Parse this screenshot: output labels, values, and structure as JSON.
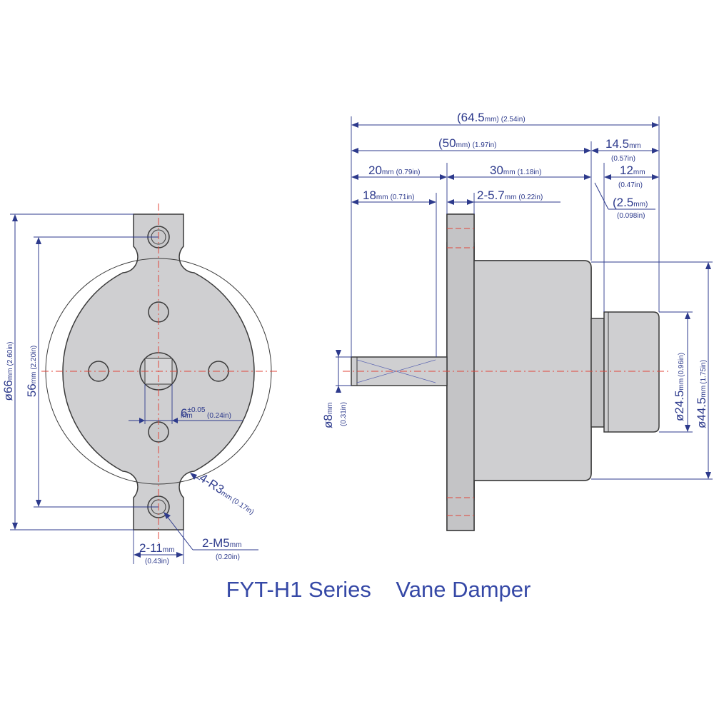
{
  "title": "FYT-H1 Series    Vane Damper",
  "front_view": {
    "dia_outer": {
      "value": "ø66",
      "unit": "mm",
      "imperial": "(2.60in)"
    },
    "mount_spacing": {
      "value": "56",
      "unit": "mm",
      "imperial": "(2.20in)"
    },
    "shaft_width": {
      "value": "6",
      "tolerance": "±0.05",
      "unit": "mm",
      "imperial": "(0.24in)"
    },
    "corner_radius": {
      "value": "4-R3",
      "unit": "mm",
      "imperial": "(0.17in)"
    },
    "thread": {
      "value": "2-M5",
      "unit": "mm",
      "imperial": "(0.20in)"
    },
    "ear_width": {
      "value": "2-11",
      "unit": "mm",
      "imperial": "(0.43in)"
    }
  },
  "side_view": {
    "overall_length": {
      "value": "(64.5",
      "unit": "mm)",
      "imperial": "(2.54in)"
    },
    "body_length": {
      "value": "(50",
      "unit": "mm)",
      "imperial": "(1.97in)"
    },
    "cap_length": {
      "value": "14.5",
      "unit": "mm",
      "imperial": "(0.57in)"
    },
    "shaft_to_flange": {
      "value": "20",
      "unit": "mm",
      "imperial": "(0.79in)"
    },
    "housing_length": {
      "value": "30",
      "unit": "mm",
      "imperial": "(1.18in)"
    },
    "cap_body": {
      "value": "12",
      "unit": "mm",
      "imperial": "(0.47in)"
    },
    "shaft_flat": {
      "value": "18",
      "unit": "mm",
      "imperial": "(0.71in)"
    },
    "flange_thickness": {
      "value": "2-5.7",
      "unit": "mm",
      "imperial": "(0.22in)"
    },
    "step": {
      "value": "(2.5",
      "unit": "mm)",
      "imperial": "(0.098in)"
    },
    "shaft_dia": {
      "value": "ø8",
      "unit": "mm",
      "imperial": "(0.31in)"
    },
    "cap_dia": {
      "value": "ø24.5",
      "unit": "mm",
      "imperial": "(0.96in)"
    },
    "body_dia": {
      "value": "ø44.5",
      "unit": "mm",
      "imperial": "(1.75in)"
    }
  },
  "colors": {
    "dimension": "#2d3a8c",
    "centerline": "#e0463a",
    "part_fill": "#cfcfd1",
    "title": "#3548a6"
  }
}
